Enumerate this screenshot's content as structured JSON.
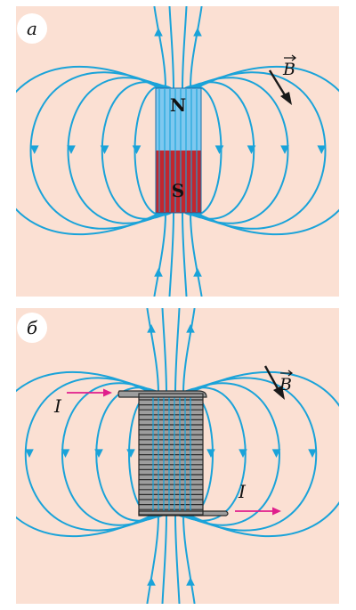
{
  "panels": [
    {
      "id": "a",
      "badge": "а",
      "magnet": {
        "north": "N",
        "south": "S"
      },
      "field_label": "B"
    },
    {
      "id": "b",
      "badge": "б",
      "current_in": "I",
      "current_out": "I",
      "field_label": "B"
    }
  ],
  "colors": {
    "background": "#fbe0d3",
    "field_lines": "#1aa3d9",
    "magnet_north": "#7ec8ef",
    "magnet_south": "#c2262e",
    "coil_body": "#9d9d9d",
    "current_arrow": "#e01e8c",
    "vector_arrow": "#1a1a1a"
  }
}
